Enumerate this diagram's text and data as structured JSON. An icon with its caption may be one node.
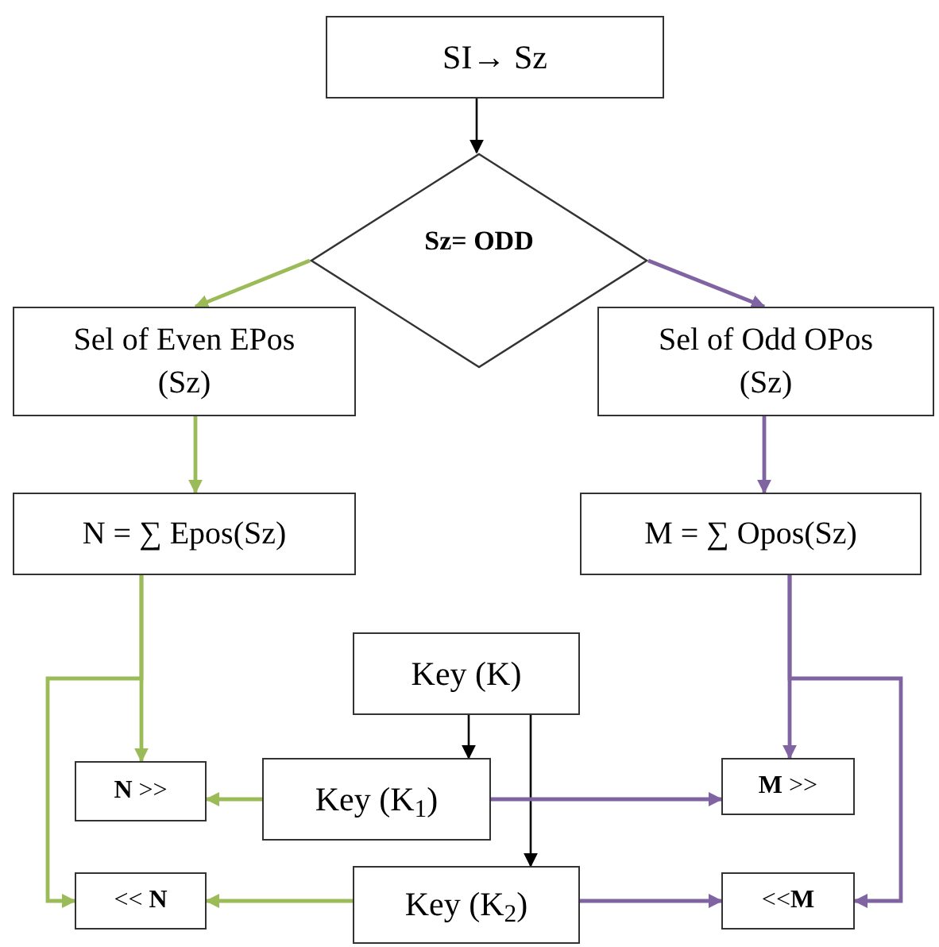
{
  "diagram": {
    "nodes": [
      {
        "text": [
          "SI→ Sz"
        ]
      },
      {
        "text": [
          "Sz= ODD"
        ]
      },
      {
        "text": [
          "Sel of Even EPos (Sz)"
        ]
      },
      {
        "text": [
          "Sel of Odd OPos (Sz)"
        ]
      },
      {
        "text": [
          "N = ∑ Epos(Sz)"
        ]
      },
      {
        "text": [
          "M =  ∑ Opos(Sz)"
        ]
      },
      {
        "text": [
          "Key (K)"
        ]
      },
      {
        "text": [
          "Key (K$_{1}$)"
        ]
      },
      {
        "text": [
          "Key (K$_{2}$)"
        ]
      },
      {
        "text": [
          "**N** >>"
        ]
      },
      {
        "text": [
          "<< **N**"
        ]
      },
      {
        "text": [
          "**M** >>"
        ]
      },
      {
        "text": [
          "<<**M**"
        ]
      }
    ],
    "edges": [
      {
        "from": 0,
        "to": 1,
        "arrow": "to",
        "color": "#000000"
      },
      {
        "from": 1,
        "to": 2,
        "arrow": "to",
        "color": "#9bbb59"
      },
      {
        "from": 1,
        "to": 3,
        "arrow": "to",
        "color": "#8064a2"
      },
      {
        "from": 2,
        "to": 4,
        "arrow": "to",
        "color": "#9bbb59"
      },
      {
        "from": 3,
        "to": 5,
        "arrow": "to",
        "color": "#8064a2"
      },
      {
        "from": 4,
        "to": 9,
        "arrow": "to",
        "color": "#9bbb59"
      },
      {
        "from": 4,
        "to": 10,
        "arrow": "to",
        "color": "#9bbb59"
      },
      {
        "from": 5,
        "to": 11,
        "arrow": "to",
        "color": "#8064a2"
      },
      {
        "from": 5,
        "to": 12,
        "arrow": "to",
        "color": "#8064a2"
      },
      {
        "from": 6,
        "to": 7,
        "arrow": "to",
        "color": "#000000"
      },
      {
        "from": 6,
        "to": 8,
        "arrow": "to",
        "color": "#000000"
      },
      {
        "from": 7,
        "to": 9,
        "arrow": "to",
        "color": "#9bbb59"
      },
      {
        "from": 7,
        "to": 11,
        "arrow": "to",
        "color": "#8064a2"
      },
      {
        "from": 8,
        "to": 10,
        "arrow": "to",
        "color": "#9bbb59"
      },
      {
        "from": 8,
        "to": 12,
        "arrow": "to",
        "color": "#8064a2"
      }
    ]
  }
}
